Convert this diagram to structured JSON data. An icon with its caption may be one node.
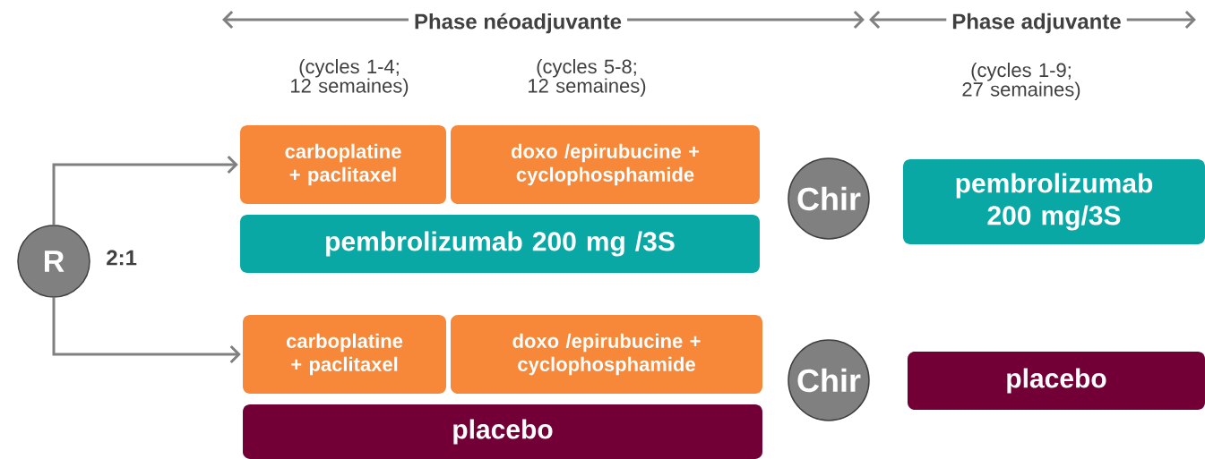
{
  "diagram": {
    "nodes": [
      {
        "text": [
          "R"
        ],
        "beside": [
          "2:1"
        ]
      },
      {
        "text": [
          "carboplatine + paclitaxel"
        ]
      },
      {
        "text": [
          "doxo /epirubucine + cyclophosphamide"
        ]
      },
      {
        "text": [
          "pembrolizumab 200 mg /3S"
        ]
      },
      {
        "text": [
          "Chir"
        ]
      },
      {
        "text": [
          "pembrolizumab 200 mg/3S"
        ]
      },
      {
        "text": [
          "carboplatine + paclitaxel"
        ]
      },
      {
        "text": [
          "doxo /epirubucine + cyclophosphamide"
        ]
      },
      {
        "text": [
          "placebo"
        ]
      },
      {
        "text": [
          "Chir"
        ]
      },
      {
        "text": [
          "placebo"
        ]
      }
    ],
    "edges": [
      {
        "from": 0,
        "to": 1,
        "arrow": "to"
      },
      {
        "from": 0,
        "to": 6,
        "arrow": "to"
      }
    ],
    "labels": [
      "Phase néoadjuvante",
      "Phase adjuvante",
      "(cycles 1-4; 12 semaines)",
      "(cycles 5-8; 12 semaines)",
      "(cycles 1-9; 27 semaines)"
    ]
  }
}
